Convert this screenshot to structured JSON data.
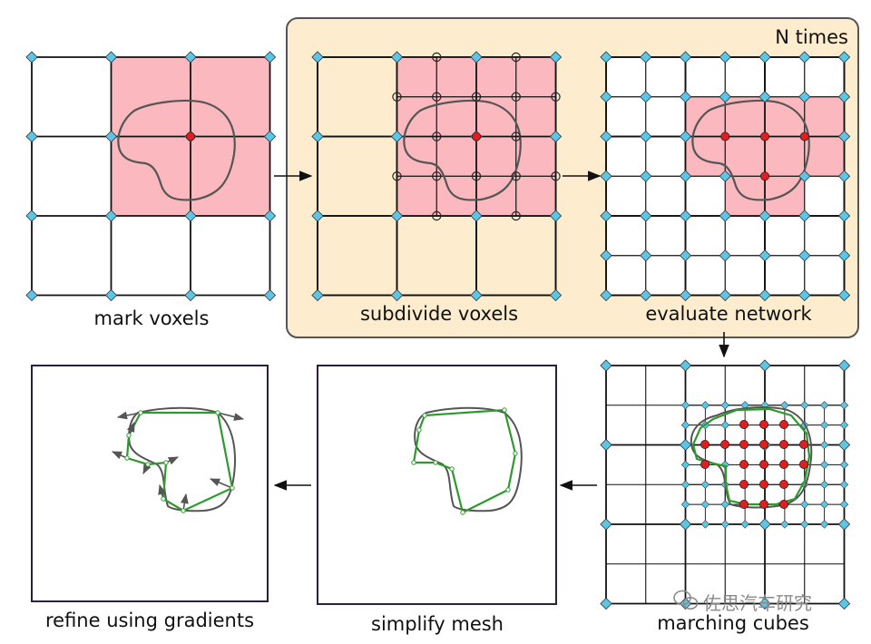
{
  "group": {
    "label": "N times"
  },
  "panels": [
    {
      "id": "mark-voxels",
      "label": "mark voxels"
    },
    {
      "id": "subdivide-voxels",
      "label": "subdivide voxels"
    },
    {
      "id": "evaluate-network",
      "label": "evaluate network"
    },
    {
      "id": "marching-cubes",
      "label": "marching cubes"
    },
    {
      "id": "simplify-mesh",
      "label": "simplify mesh"
    },
    {
      "id": "refine-using-gradients",
      "label": "refine using gradients"
    }
  ],
  "watermark": {
    "text": "佐思汽车研究",
    "icon": "wechat-icon"
  },
  "colors": {
    "group_fill": "#fdeccd",
    "group_stroke": "#555555",
    "voxel_fill": "#fbb9bf",
    "vertex_blue": "#5bc7e8",
    "vertex_red": "#e11d1d",
    "mesh_green": "#2e9a2e",
    "surface_gray": "#555555"
  }
}
